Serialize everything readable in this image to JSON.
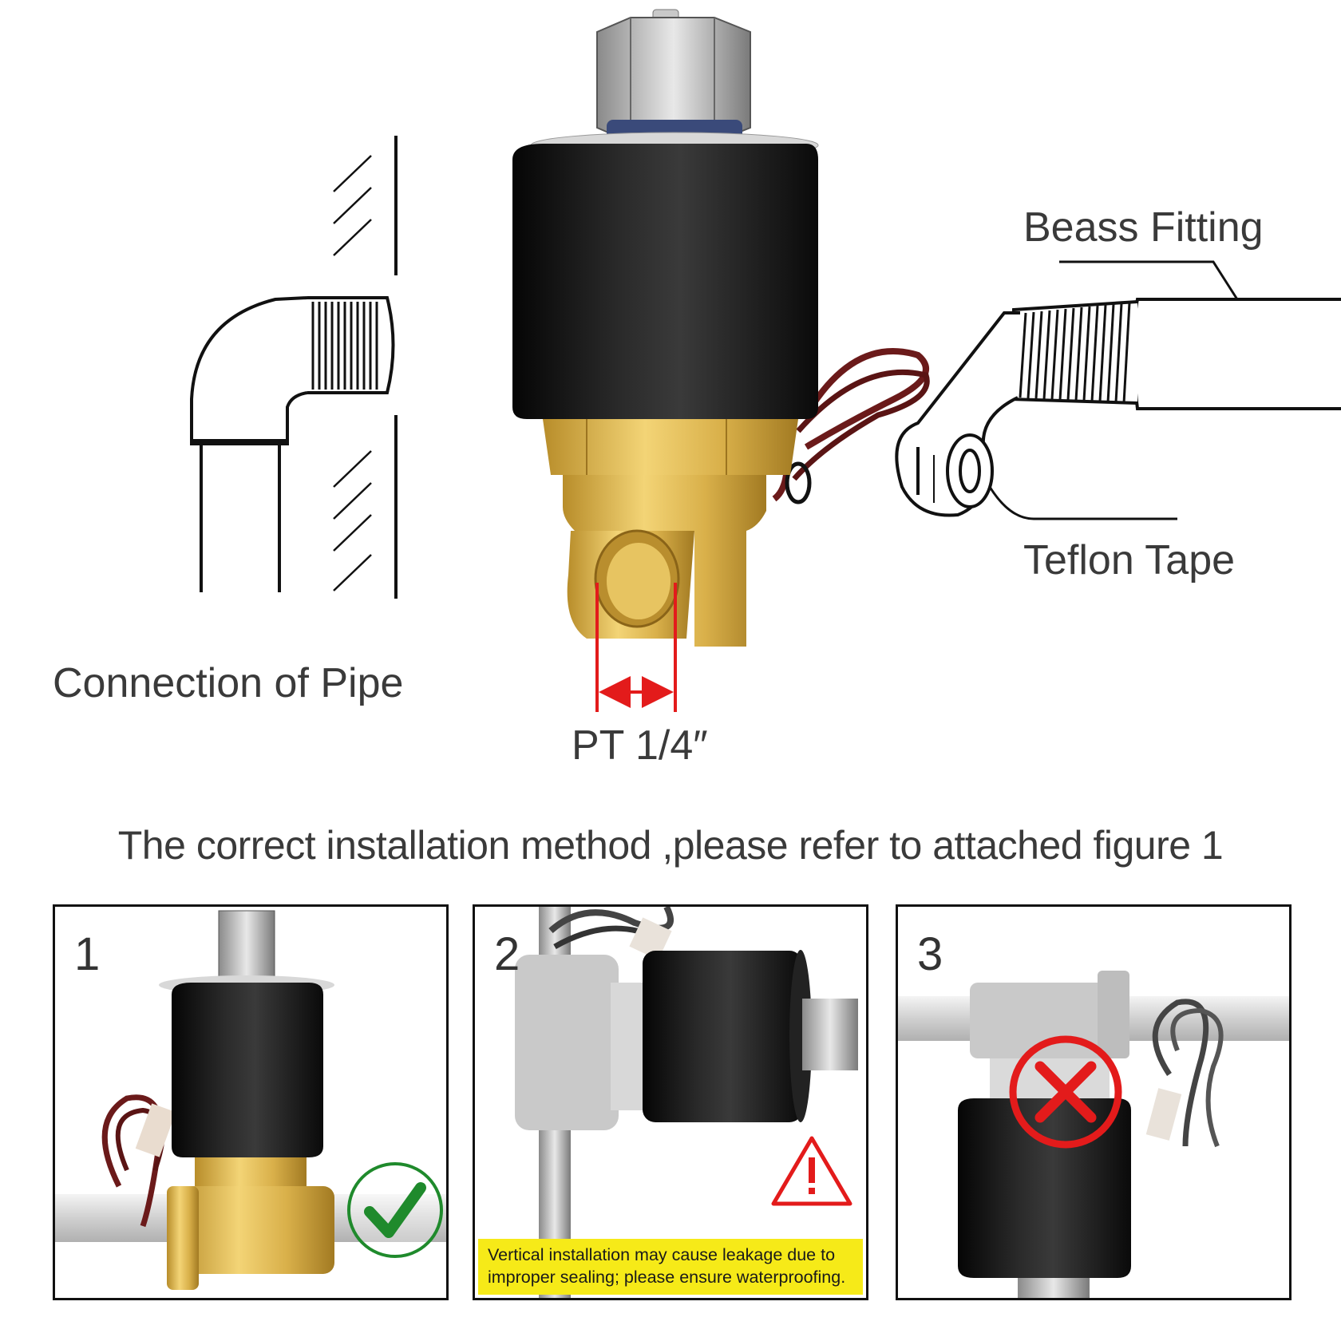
{
  "labels": {
    "beass_fitting": "Beass Fitting",
    "teflon_tape": "Teflon Tape",
    "connection_of_pipe": "Connection of Pipe",
    "port_size": "PT 1/4″",
    "instruction": "The correct installation method ,please refer to attached figure 1"
  },
  "panels": [
    {
      "number": "1",
      "status": "correct",
      "status_icon": "check-icon",
      "status_color": "#1f8a2c"
    },
    {
      "number": "2",
      "status": "warning",
      "status_icon": "warning-triangle-icon",
      "status_color": "#e31b1b",
      "note": "Vertical installation may cause leakage due to improper sealing; please ensure waterproofing."
    },
    {
      "number": "3",
      "status": "incorrect",
      "status_icon": "cross-icon",
      "status_color": "#e31b1b"
    }
  ],
  "colors": {
    "brass": "#d8b24a",
    "coil": "#121212",
    "wire": "#6b1a1a",
    "pipe": "#dcdcdc",
    "note_background": "#f6ea18"
  }
}
